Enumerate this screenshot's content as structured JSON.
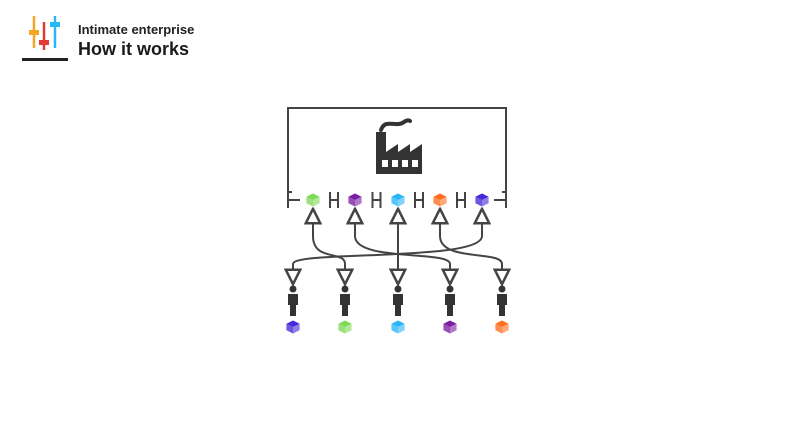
{
  "header": {
    "subtitle": "Intimate enterprise",
    "title": "How it works"
  },
  "colors": {
    "text": "#1a1a1a",
    "logo_orange": "#f5a623",
    "logo_red": "#e53935",
    "logo_blue": "#29b6f6",
    "logo_base": "#222222",
    "factory": "#333333",
    "connector": "#444444",
    "person": "#333333",
    "cube_green": "#7ed957",
    "cube_purple": "#7b1fa2",
    "cube_cyan": "#29b6f6",
    "cube_orange": "#ff6d1f",
    "cube_blue": "#4527d8"
  },
  "diagram": {
    "factory_icon": "factory-icon",
    "slots": [
      "cube_green",
      "cube_purple",
      "cube_cyan",
      "cube_orange",
      "cube_blue"
    ],
    "people": [
      {
        "icon": "person-icon",
        "cube": "cube_blue",
        "from_slot": 4
      },
      {
        "icon": "person-icon",
        "cube": "cube_green",
        "from_slot": 0
      },
      {
        "icon": "person-icon",
        "cube": "cube_cyan",
        "from_slot": 2
      },
      {
        "icon": "person-icon",
        "cube": "cube_purple",
        "from_slot": 1
      },
      {
        "icon": "person-icon",
        "cube": "cube_orange",
        "from_slot": 3
      }
    ]
  }
}
